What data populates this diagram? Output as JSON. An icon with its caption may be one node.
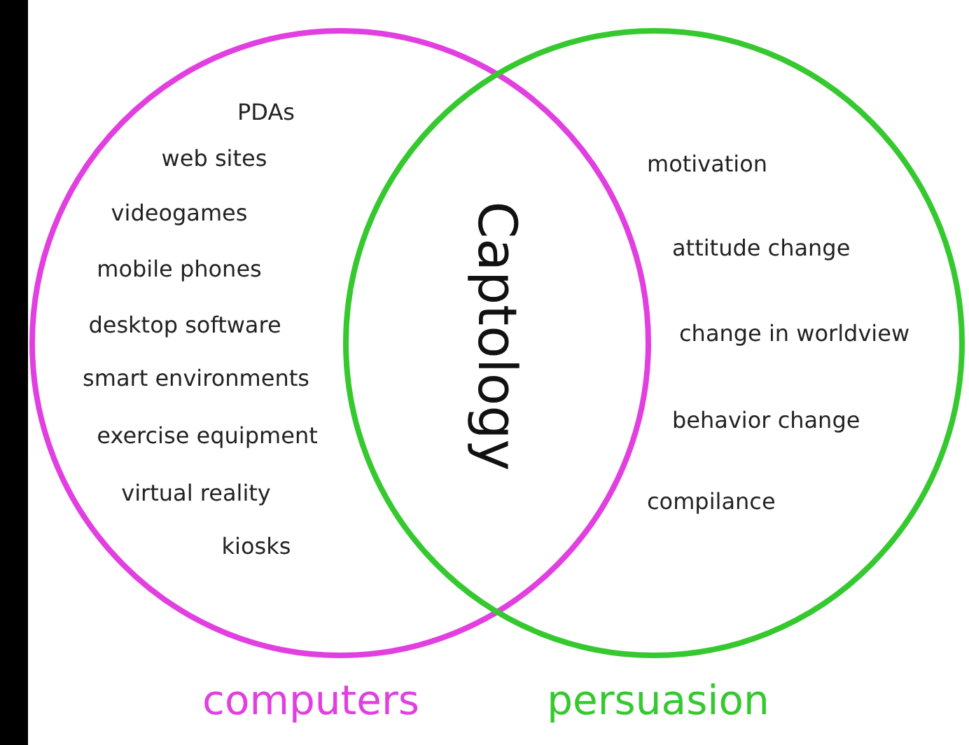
{
  "diagram": {
    "nodes": [
      {
        "text": [
          "PDAs",
          "web sites",
          "videogames",
          "mobile phones",
          "desktop software",
          "smart environments",
          "exercise equipment",
          "virtual reality",
          "kiosks"
        ],
        "beside": [
          "computers"
        ]
      },
      {
        "text": [
          "motivation",
          "attitude change",
          "change in worldview",
          "behavior change",
          "compilance"
        ],
        "beside": [
          "persuasion"
        ]
      }
    ],
    "labels": [
      "Captology"
    ]
  }
}
